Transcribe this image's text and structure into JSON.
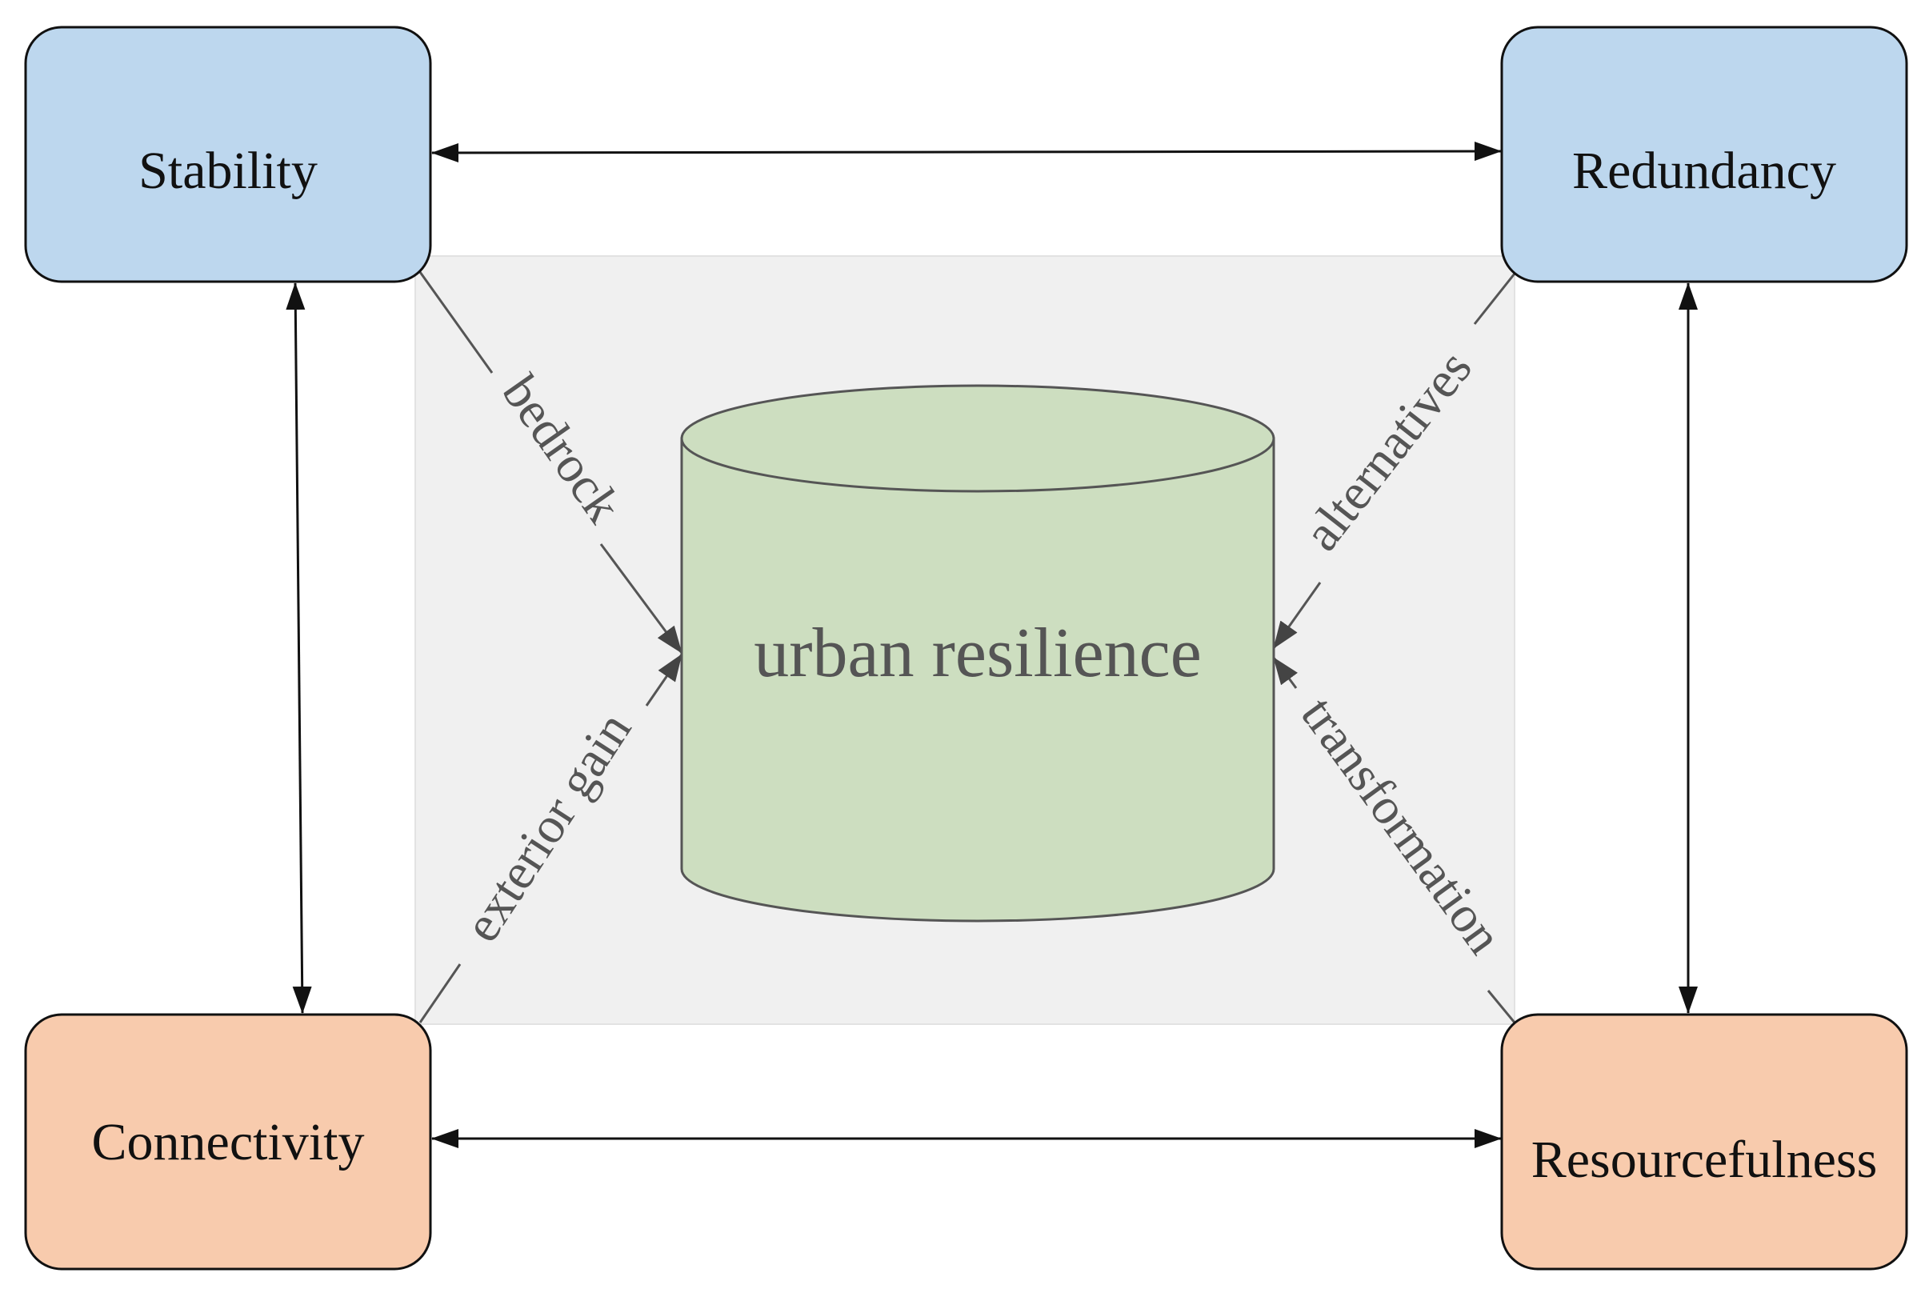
{
  "diagram": {
    "nodes": {
      "stability": {
        "label": "Stability",
        "fill": "#bdd7ee"
      },
      "redundancy": {
        "label": "Redundancy",
        "fill": "#bdd7ee"
      },
      "connectivity": {
        "label": "Connectivity",
        "fill": "#f8cbad"
      },
      "resourcefulness": {
        "label": "Resourcefulness",
        "fill": "#f8cbad"
      }
    },
    "center": {
      "label": "urban resilience",
      "fill": "#cddec0"
    },
    "edge_labels": {
      "bedrock": "bedrock",
      "exterior_gain": "exterior gain",
      "alternatives": "alternatives",
      "transformation": "transformation"
    },
    "colors": {
      "background_panel": "#f0f0f0",
      "line": "#111111",
      "diagonal_line": "#555555"
    }
  }
}
